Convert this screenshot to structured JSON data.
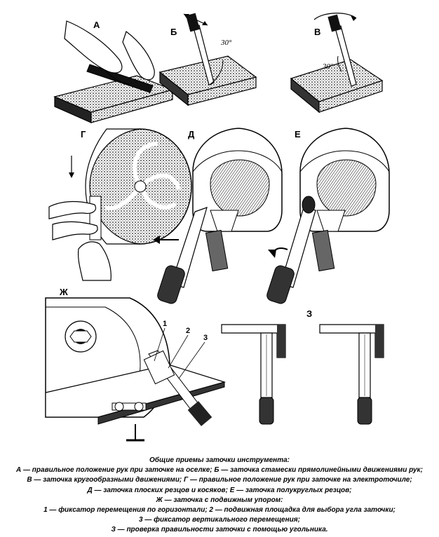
{
  "panels": {
    "a": "А",
    "b": "Б",
    "v": "В",
    "g": "Г",
    "d": "Д",
    "e": "Е",
    "zh": "Ж",
    "z": "З"
  },
  "angles": {
    "b": "30°",
    "v": "30°"
  },
  "callouts": [
    "1",
    "2",
    "3"
  ],
  "caption": {
    "title": "Общие приемы заточки инструмента:",
    "lines": [
      "А — правильное положение рук при заточке на оселке; Б — заточка стамески прямолинейными движениями рук;",
      "В — заточка кругообразными движениями; Г — правильное положение рук при заточке на электроточиле;",
      "Д — заточка плоских резцов и косяков; Е — заточка полукруглых резцов;",
      "Ж — заточка с подвижным упором:",
      "1 — фиксатор перемещения по горизонтали; 2 — подвижная площадка для выбора угла заточки;",
      "3 — фиксатор вертикального перемещения;",
      "З — проверка правильности заточки с помощью угольника."
    ]
  }
}
